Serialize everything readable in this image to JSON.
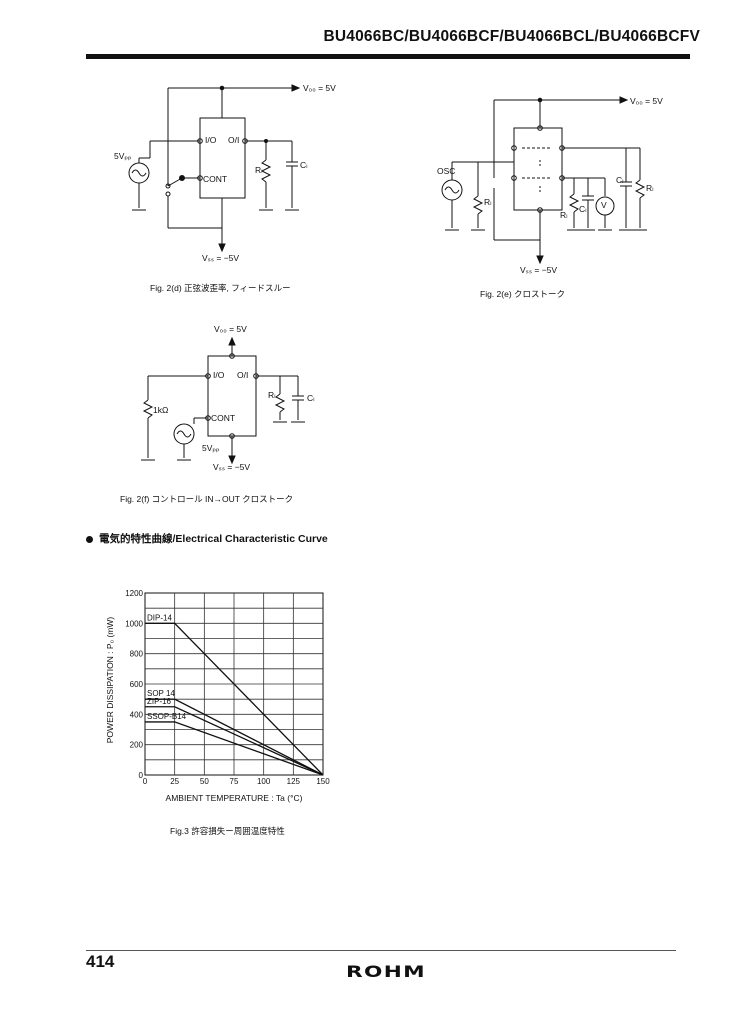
{
  "header": {
    "title": "BU4066BC/BU4066BCF/BU4066BCL/BU4066BCFV"
  },
  "figures": {
    "fig2d": {
      "caption": "Fig. 2(d)  正弦波歪率, フィードスルー",
      "labels": {
        "vdd": "V₀₀ = 5V",
        "vss": "Vₛₛ = −5V",
        "source": "5Vₚₚ",
        "io": "I/O",
        "oi": "O/I",
        "cont": "CONT",
        "rl": "Rₗ",
        "cl": "Cₗ"
      }
    },
    "fig2e": {
      "caption": "Fig. 2(e)  クロストーク",
      "labels": {
        "vdd": "V₀₀ = 5V",
        "vss": "Vₛₛ = −5V",
        "osc": "OSC",
        "rl": "Rₗ",
        "cl": "Cₗ",
        "meter": "V"
      }
    },
    "fig2f": {
      "caption": "Fig. 2(f)  コントロール  IN→OUT クロストーク",
      "labels": {
        "vdd": "V₀₀ = 5V",
        "vss": "Vₛₛ = −5V",
        "source": "5Vₚₚ",
        "io": "I/O",
        "oi": "O/I",
        "cont": "CONT",
        "rl": "Rₗ",
        "cl": "Cₗ",
        "r1k": "1kΩ"
      }
    }
  },
  "section": {
    "heading": "電気的特性曲線/Electrical Characteristic Curve"
  },
  "chart_data": {
    "type": "line",
    "xlabel": "AMBIENT TEMPERATURE : Ta (°C)",
    "ylabel": "POWER DISSIPATION : P₀ (mW)",
    "xlim": [
      0,
      150
    ],
    "ylim": [
      0,
      1200
    ],
    "xticks": [
      0,
      25,
      50,
      75,
      100,
      125,
      150
    ],
    "yticks": [
      0,
      200,
      400,
      600,
      800,
      1000,
      1200
    ],
    "grid": true,
    "series": [
      {
        "name": "DIP-14",
        "x": [
          0,
          25,
          150
        ],
        "y": [
          1000,
          1000,
          0
        ]
      },
      {
        "name": "SOP 14",
        "x": [
          0,
          25,
          150
        ],
        "y": [
          500,
          500,
          0
        ]
      },
      {
        "name": "ZIP-16",
        "x": [
          0,
          25,
          150
        ],
        "y": [
          450,
          450,
          0
        ]
      },
      {
        "name": "SSOP-B14",
        "x": [
          0,
          25,
          150
        ],
        "y": [
          350,
          350,
          0
        ]
      }
    ],
    "caption": "Fig.3  許容損失ー周囲温度特性"
  },
  "footer": {
    "page_number": "414",
    "logo": "ROHM"
  }
}
